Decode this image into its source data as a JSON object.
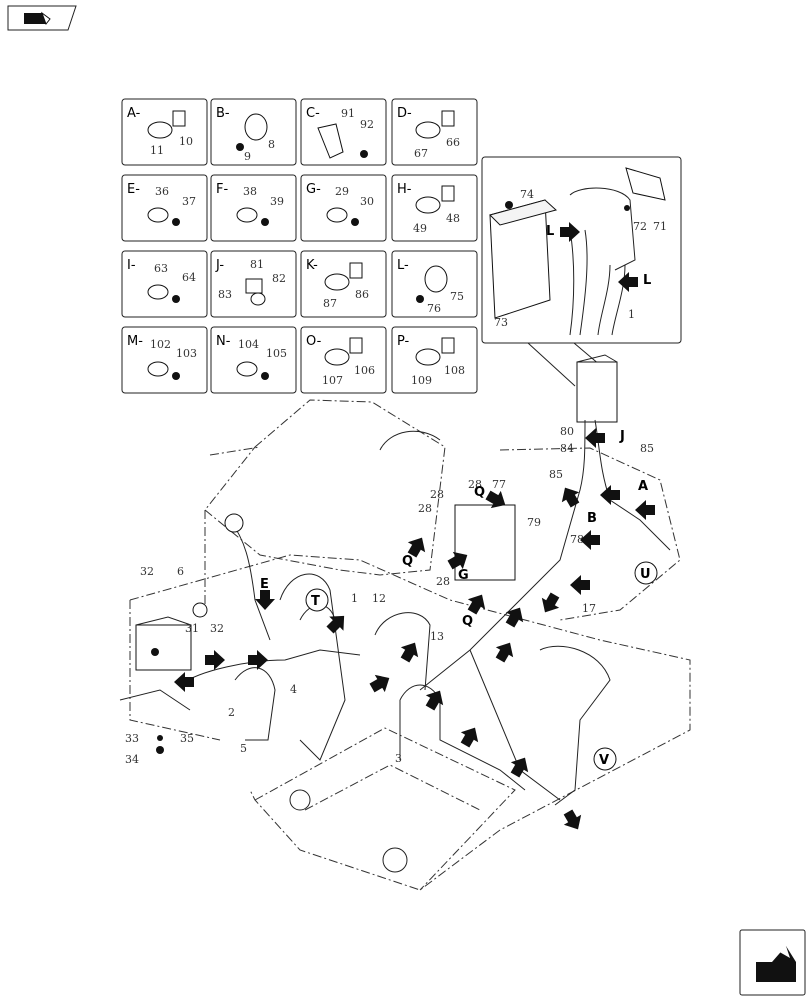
{
  "detail_boxes": [
    {
      "label": "A-",
      "parts": [
        "11",
        "10"
      ]
    },
    {
      "label": "B-",
      "parts": [
        "9",
        "8"
      ]
    },
    {
      "label": "C-",
      "parts": [
        "91",
        "92"
      ]
    },
    {
      "label": "D-",
      "parts": [
        "67",
        "66"
      ]
    },
    {
      "label": "E-",
      "parts": [
        "36",
        "37"
      ]
    },
    {
      "label": "F-",
      "parts": [
        "38",
        "39"
      ]
    },
    {
      "label": "G-",
      "parts": [
        "29",
        "30"
      ]
    },
    {
      "label": "H-",
      "parts": [
        "49",
        "48"
      ]
    },
    {
      "label": "I-",
      "parts": [
        "63",
        "64"
      ]
    },
    {
      "label": "J-",
      "parts": [
        "81",
        "82",
        "83"
      ]
    },
    {
      "label": "K-",
      "parts": [
        "87",
        "86"
      ]
    },
    {
      "label": "L-",
      "parts": [
        "75",
        "76"
      ]
    },
    {
      "label": "M-",
      "parts": [
        "102",
        "103"
      ]
    },
    {
      "label": "N-",
      "parts": [
        "104",
        "105"
      ]
    },
    {
      "label": "O-",
      "parts": [
        "107",
        "106"
      ]
    },
    {
      "label": "P-",
      "parts": [
        "109",
        "108"
      ]
    }
  ],
  "inset": {
    "parts": [
      "74",
      "71",
      "72",
      "73",
      "1"
    ],
    "arrow_labels": [
      "L",
      "L"
    ]
  },
  "part_numbers": [
    "80",
    "84",
    "85",
    "85",
    "28",
    "28",
    "28",
    "77",
    "78",
    "79",
    "28",
    "17",
    "32",
    "6",
    "31",
    "32",
    "12",
    "1",
    "13",
    "4",
    "5",
    "3",
    "33",
    "34",
    "35",
    "2"
  ],
  "callout_letters": [
    "A",
    "B",
    "E",
    "G",
    "J",
    "Q",
    "Q",
    "Q",
    "T",
    "U",
    "V"
  ],
  "icons": {
    "header": "book-open-icon",
    "footer": "next-page-arrow-icon"
  }
}
